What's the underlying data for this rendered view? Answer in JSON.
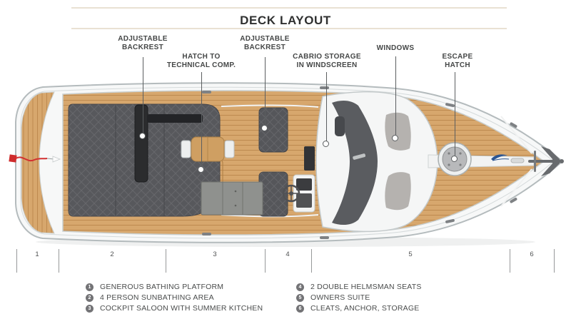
{
  "title": "DECK LAYOUT",
  "callouts": [
    {
      "label": "ADJUSTABLE\nBACKREST"
    },
    {
      "label": "HATCH TO\nTECHNICAL COMP."
    },
    {
      "label": "ADJUSTABLE\nBACKREST"
    },
    {
      "label": "CABRIO STORAGE\nIN WINDSCREEN"
    },
    {
      "label": "WINDOWS"
    },
    {
      "label": "ESCAPE\nHATCH"
    }
  ],
  "ruler": {
    "sections": [
      "1",
      "2",
      "3",
      "4",
      "5",
      "6"
    ]
  },
  "legend": {
    "items": [
      {
        "num": "1",
        "text": "GENEROUS BATHING PLATFORM"
      },
      {
        "num": "2",
        "text": "4 PERSON SUNBATHING AREA"
      },
      {
        "num": "3",
        "text": "COCKPIT SALOON WITH SUMMER KITCHEN"
      },
      {
        "num": "4",
        "text": "2 DOUBLE HELMSMAN SEATS"
      },
      {
        "num": "5",
        "text": "OWNERS SUITE"
      },
      {
        "num": "6",
        "text": "CLEATS, ANCHOR, STORAGE"
      }
    ]
  },
  "colors": {
    "teak": "#d7a76d",
    "teak_line": "#bd8a50",
    "cushion_dark": "#57585c",
    "backrest_dark": "#2b2c2e",
    "hull_stroke": "#b4bbbd",
    "windscreen": "#5a5c60",
    "window_glass": "#b5b2af",
    "flag_red": "#cf2b2b",
    "logo_blue": "#2b5592",
    "title_rule_tan": "#e9e1d3"
  }
}
